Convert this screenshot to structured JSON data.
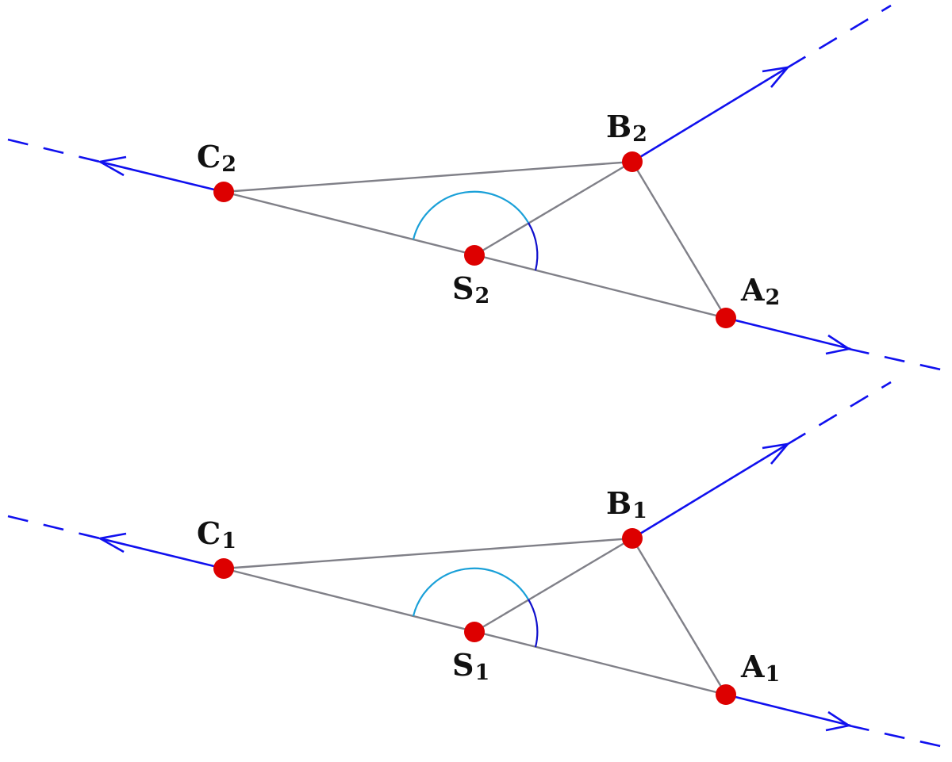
{
  "colors": {
    "ray": "#1010ee",
    "edge": "#808088",
    "point": "#dd0000",
    "arc_light": "#1aa0d8",
    "arc_dark": "#1010cc",
    "label": "#111111"
  },
  "figures": [
    {
      "id": "lower",
      "labels": {
        "A": {
          "letter": "A",
          "sub": "1"
        },
        "B": {
          "letter": "B",
          "sub": "1"
        },
        "C": {
          "letter": "C",
          "sub": "1"
        },
        "S": {
          "letter": "S",
          "sub": "1"
        }
      }
    },
    {
      "id": "upper",
      "labels": {
        "A": {
          "letter": "A",
          "sub": "2"
        },
        "B": {
          "letter": "B",
          "sub": "2"
        },
        "C": {
          "letter": "C",
          "sub": "2"
        },
        "S": {
          "letter": "S",
          "sub": "2"
        }
      }
    }
  ]
}
